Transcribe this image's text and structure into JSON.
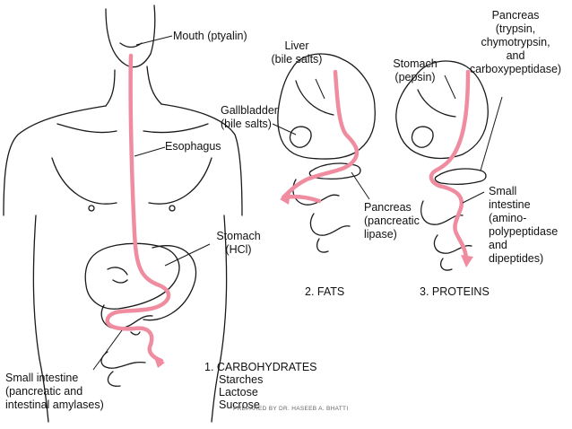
{
  "labels": {
    "mouth": "Mouth (ptyalin)",
    "esophagus": "Esophagus",
    "stomach_1": "Stomach",
    "stomach_1_hcl": "(HCl)",
    "small_intestine_1": "Small intestine",
    "small_intestine_1_l2": "(pancreatic and",
    "small_intestine_1_l3": "intestinal amylases)",
    "liver": "Liver",
    "liver_l2": "(bile salts)",
    "gallbladder": "Gallbladder",
    "gallbladder_l2": "(bile salts)",
    "pancreas_2": "Pancreas",
    "pancreas_2_l2": "(pancreatic",
    "pancreas_2_l3": "lipase)",
    "stomach_3": "Stomach",
    "stomach_3_l2": "(pepsin)",
    "pancreas_3": "Pancreas",
    "pancreas_3_l2": "(trypsin,",
    "pancreas_3_l3": "chymotrypsin,",
    "pancreas_3_l4": "and",
    "pancreas_3_l5": "carboxypeptidase)",
    "small_3": "Small",
    "small_3_l2": "intestine",
    "small_3_l3": "(amino-",
    "small_3_l4": "polypeptidase",
    "small_3_l5": "and",
    "small_3_l6": "dipeptides)"
  },
  "captions": {
    "carbs": "1. CARBOHYDRATES",
    "carbs_1": "Starches",
    "carbs_2": "Lactose",
    "carbs_3": "Sucrose",
    "fats": "2. FATS",
    "proteins": "3. PROTEINS"
  },
  "credit": "PREPARED BY DR. HASEEB A. BHATTI",
  "colors": {
    "pathway": "#f08ca0",
    "outline": "#1a1a1a"
  }
}
